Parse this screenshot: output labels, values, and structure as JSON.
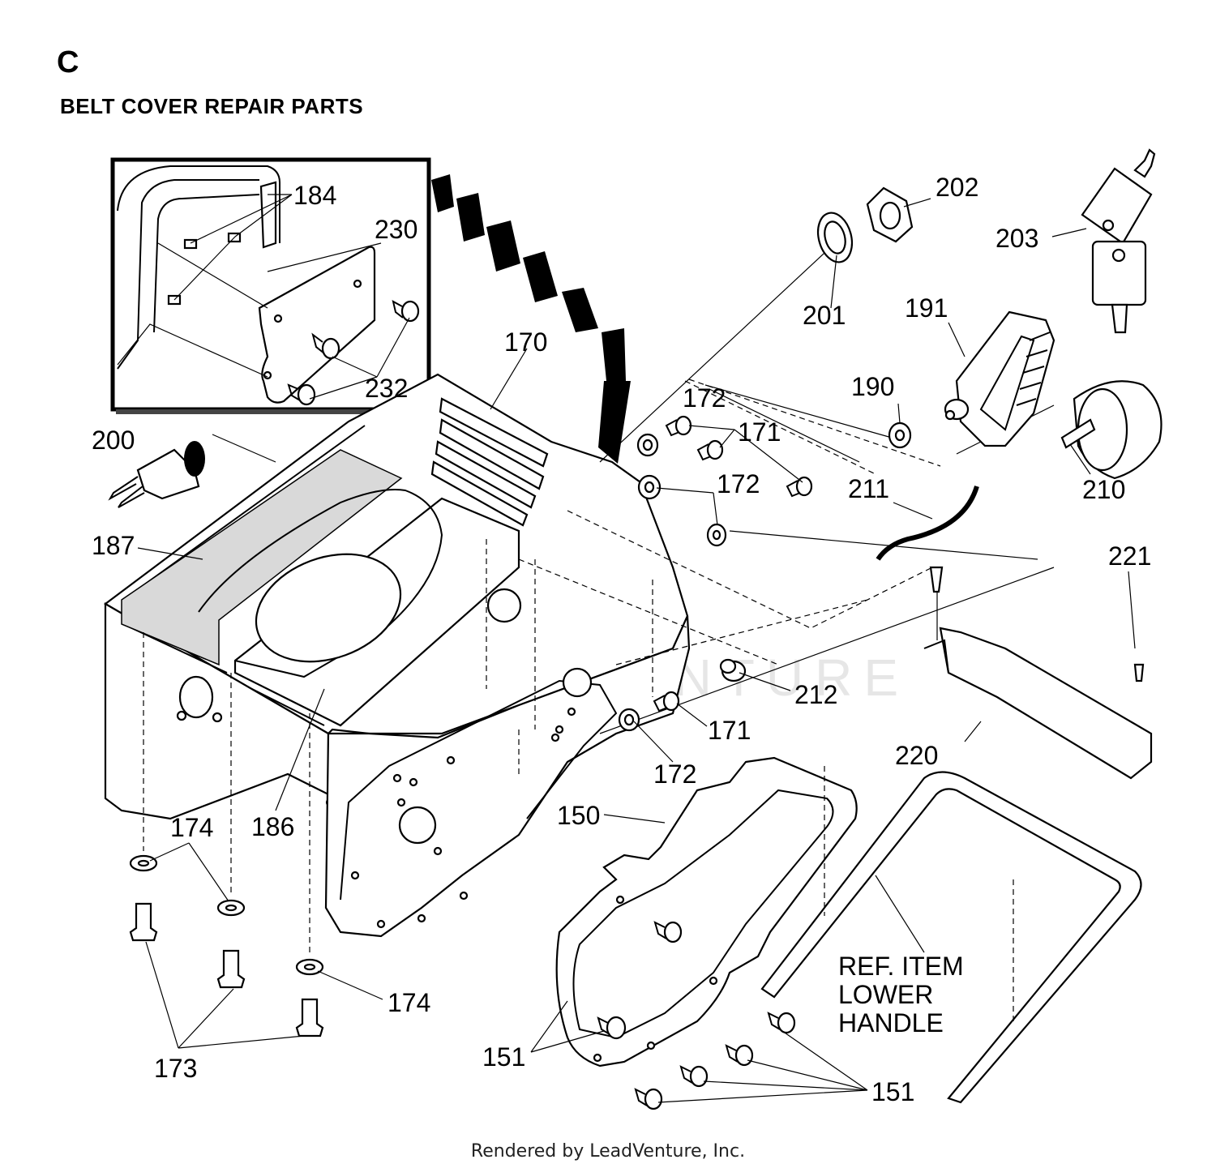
{
  "header": {
    "section_letter": "C",
    "title": "BELT COVER REPAIR PARTS"
  },
  "watermark": "LEADVENTURE",
  "callouts": {
    "p184": "184",
    "p230": "230",
    "p232": "232",
    "p170": "170",
    "p202": "202",
    "p203": "203",
    "p201": "201",
    "p191": "191",
    "p190": "190",
    "p172a": "172",
    "p171a": "171",
    "p172b": "172",
    "p211": "211",
    "p210": "210",
    "p200": "200",
    "p187": "187",
    "p221": "221",
    "p212": "212",
    "p171b": "171",
    "p172c": "172",
    "p220": "220",
    "p174a": "174",
    "p186": "186",
    "p150": "150",
    "p174b": "174",
    "p173": "173",
    "p151a": "151",
    "p151b": "151"
  },
  "reference_note": {
    "line1": "REF. ITEM",
    "line2": "LOWER",
    "line3": "HANDLE"
  },
  "footer": "Rendered by LeadVenture, Inc."
}
